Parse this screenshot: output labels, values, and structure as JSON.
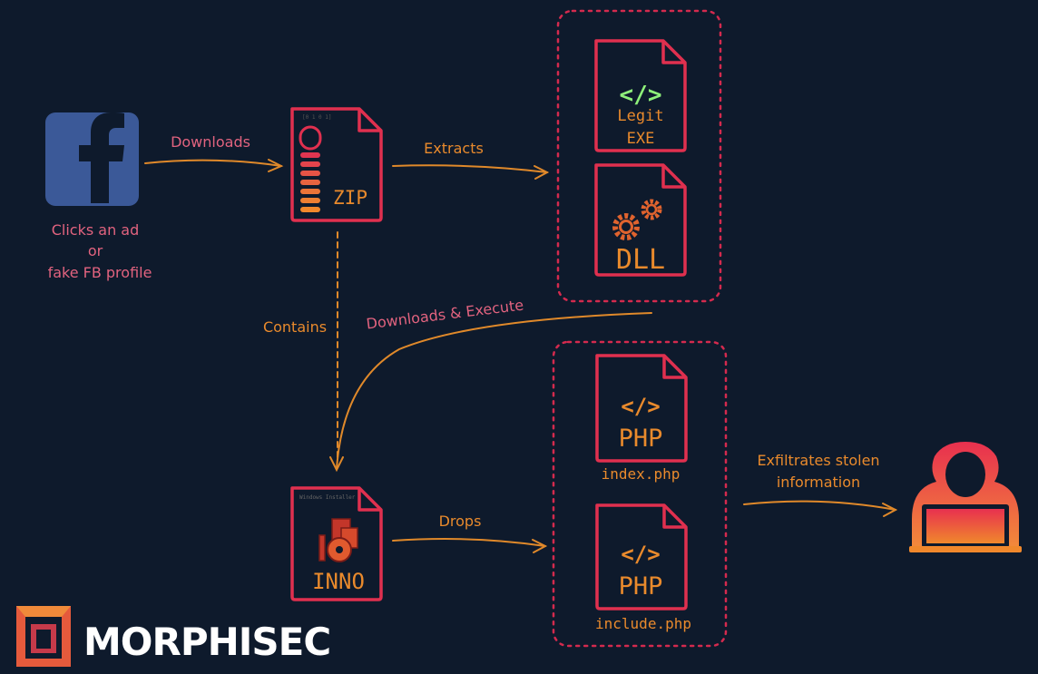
{
  "source": {
    "caption_line1": "Clicks an ad",
    "caption_line2": "or",
    "caption_line3": "fake FB profile"
  },
  "zip_file": {
    "label": "ZIP"
  },
  "extracted": {
    "exe_line1": "Legit",
    "exe_line2": "EXE",
    "dll_label": "DLL"
  },
  "installer": {
    "header": "Windows Installer",
    "label": "INNO"
  },
  "php_files": {
    "icon_label": "PHP",
    "file1": "index.php",
    "file2": "include.php"
  },
  "edges": {
    "downloads": "Downloads",
    "extracts": "Extracts",
    "contains": "Contains",
    "downloads_execute": "Downloads & Execute",
    "drops": "Drops",
    "exfil_line1": "Exfiltrates stolen",
    "exfil_line2": "information"
  },
  "brand": {
    "name": "MORPHISEC"
  },
  "colors": {
    "background": "#0e1a2c",
    "accent_red": "#e0304f",
    "accent_orange": "#e98a2c",
    "label_pink": "#e2637f",
    "facebook_blue": "#3b5998"
  }
}
